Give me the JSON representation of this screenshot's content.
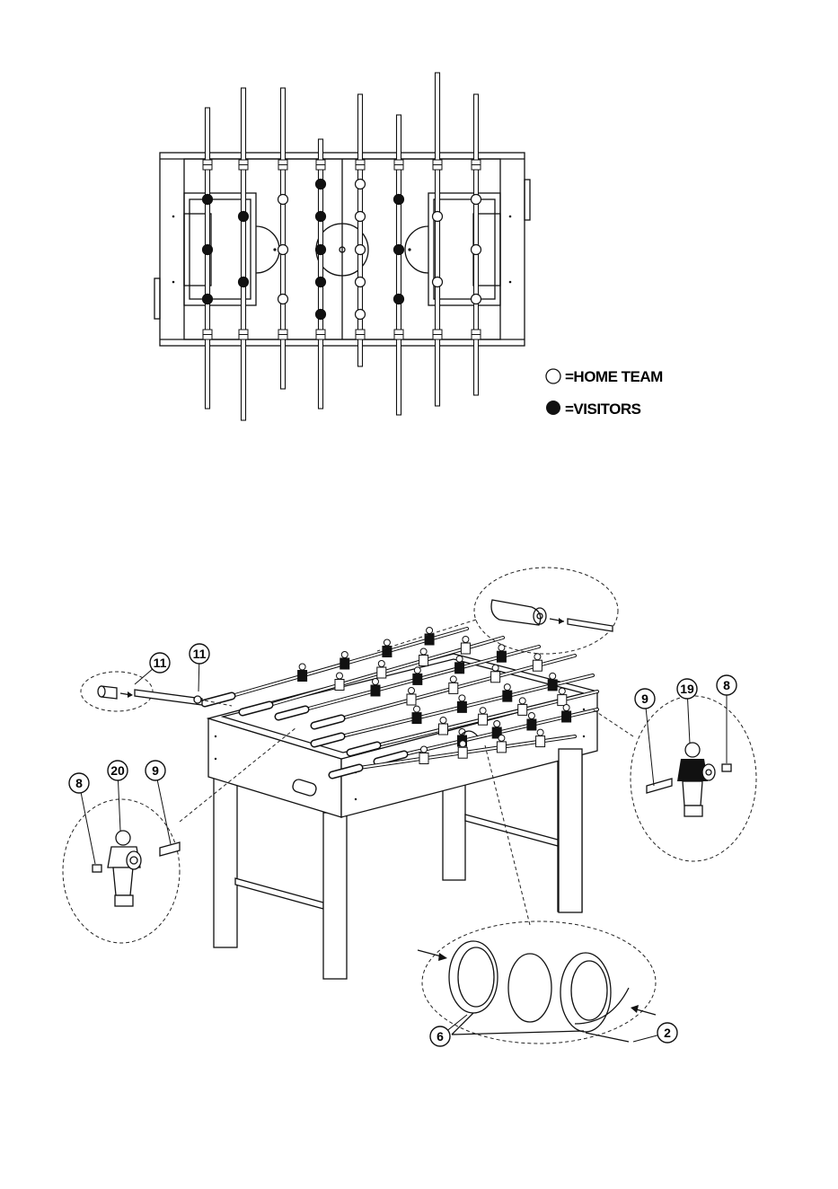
{
  "legend": {
    "home_symbol": "○",
    "home_label": "=HOME TEAM",
    "visitors_symbol": "●",
    "visitors_label": "=VISITORS"
  },
  "callouts": {
    "c11a": "11",
    "c11b": "11",
    "c8a": "8",
    "c20": "20",
    "c9a": "9",
    "c9b": "9",
    "c19": "19",
    "c8b": "8",
    "c6": "6",
    "c2": "2"
  }
}
